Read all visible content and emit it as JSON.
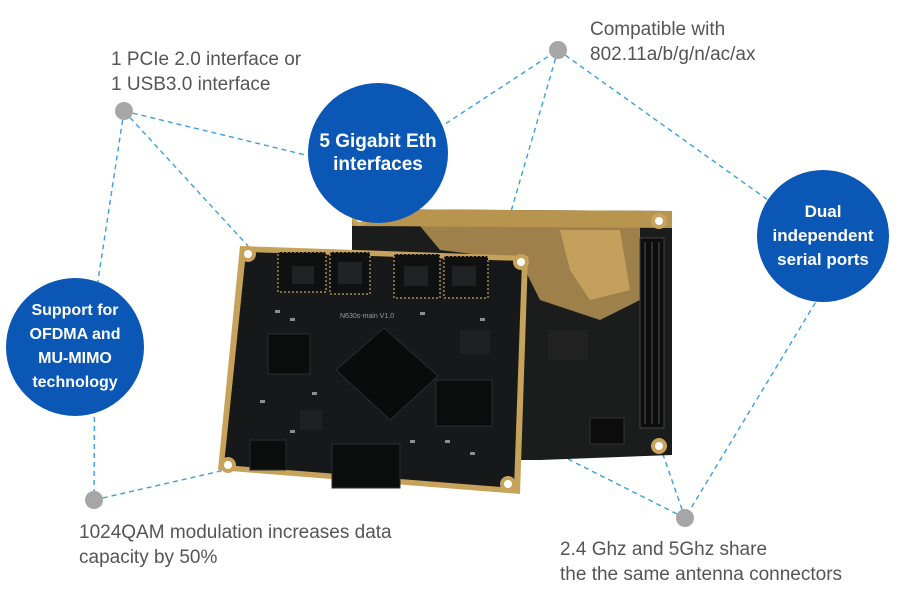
{
  "captions": {
    "pcie": "1 PCIe 2.0 interface or\n1 USB3.0 interface",
    "wifi": "Compatible with\n802.11a/b/g/n/ac/ax",
    "qam": "1024QAM modulation increases data\ncapacity by 50%",
    "antenna": "2.4 Ghz and 5Ghz share\nthe the same antenna connectors"
  },
  "bubbles": {
    "ethernet": "5 Gigabit Eth\ninterfaces",
    "ofdma": "Support for\nOFDMA and\nMU-MIMO\ntechnology",
    "serial": "Dual\nindependent\nserial ports"
  },
  "board": {
    "silkscreen_label": "N630s-main V1.0"
  },
  "colors": {
    "bubble": "#0a57b5",
    "caption_text": "#555555",
    "connector_line": "#3b9fe0",
    "node_dot": "#a6a6a6",
    "pcb": "#16181a",
    "pcb_gold": "#c7a25a"
  }
}
